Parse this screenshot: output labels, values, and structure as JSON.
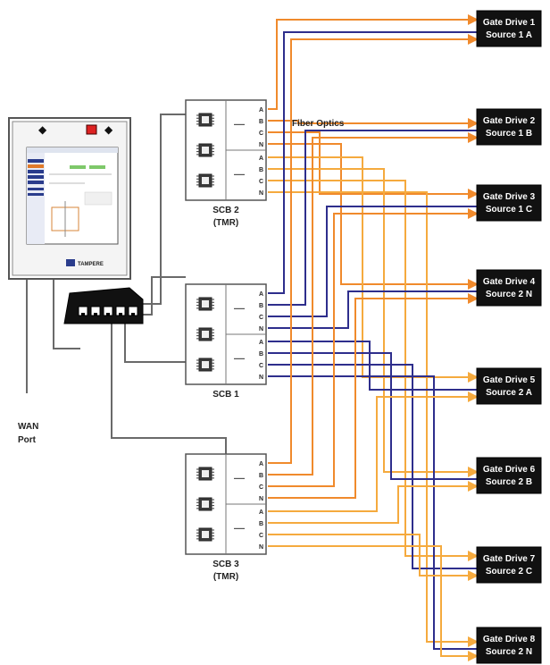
{
  "title": "Fiber Optics",
  "colors": {
    "orange": "#f08a2c",
    "light_orange": "#f5aa3e",
    "blue": "#2e2e8c",
    "gray": "#666666"
  },
  "hmi": {
    "logo_text": "TAMPERE",
    "icons": [
      "arrow-left-icon",
      "power-icon",
      "arrow-right-icon"
    ]
  },
  "wan": {
    "line1": "WAN",
    "line2": "Port"
  },
  "switch": {
    "ports": 5
  },
  "scbs": [
    {
      "id": "scb2",
      "line1": "SCB 2",
      "line2": "(TMR)",
      "pins_top": [
        "A",
        "B",
        "C",
        "N"
      ],
      "pins_bottom": [
        "A",
        "B",
        "C",
        "N"
      ]
    },
    {
      "id": "scb1",
      "line1": "SCB 1",
      "line2": "",
      "pins_top": [
        "A",
        "B",
        "C",
        "N"
      ],
      "pins_bottom": [
        "A",
        "B",
        "C",
        "N"
      ]
    },
    {
      "id": "scb3",
      "line1": "SCB 3",
      "line2": "(TMR)",
      "pins_top": [
        "A",
        "B",
        "C",
        "N"
      ],
      "pins_bottom": [
        "A",
        "B",
        "C",
        "N"
      ]
    }
  ],
  "gate_drives": [
    {
      "line1": "Gate Drive 1",
      "line2": "Source 1 A"
    },
    {
      "line1": "Gate Drive 2",
      "line2": "Source 1 B"
    },
    {
      "line1": "Gate Drive 3",
      "line2": "Source 1 C"
    },
    {
      "line1": "Gate Drive 4",
      "line2": "Source 2 N"
    },
    {
      "line1": "Gate Drive 5",
      "line2": "Source 2 A"
    },
    {
      "line1": "Gate Drive 6",
      "line2": "Source 2 B"
    },
    {
      "line1": "Gate Drive 7",
      "line2": "Source 2 C"
    },
    {
      "line1": "Gate Drive 8",
      "line2": "Source 2 N"
    }
  ]
}
